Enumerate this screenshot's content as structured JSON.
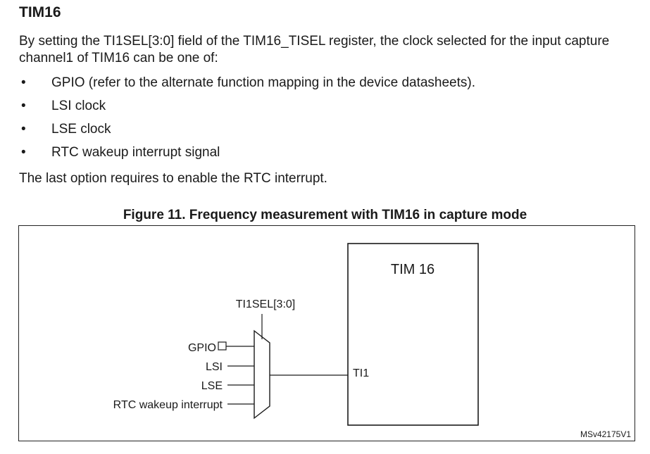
{
  "section": {
    "title": "TIM16",
    "intro": "By setting the TI1SEL[3:0] field of the TIM16_TISEL register, the clock selected for the input capture channel1 of TIM16 can be one of:",
    "bullets": [
      "GPIO (refer to the alternate function mapping in the device datasheets).",
      "LSI clock",
      "LSE clock",
      "RTC wakeup interrupt signal"
    ],
    "note": "The last option requires to enable the RTC interrupt."
  },
  "figure": {
    "caption": "Figure 11. Frequency measurement with TIM16 in capture mode",
    "block_label": "TIM 16",
    "select_label": "TI1SEL[3:0]",
    "inputs": [
      "GPIO",
      "LSI",
      "LSE",
      "RTC wakeup interrupt"
    ],
    "output_label": "TI1",
    "id_code": "MSv42175V1"
  }
}
